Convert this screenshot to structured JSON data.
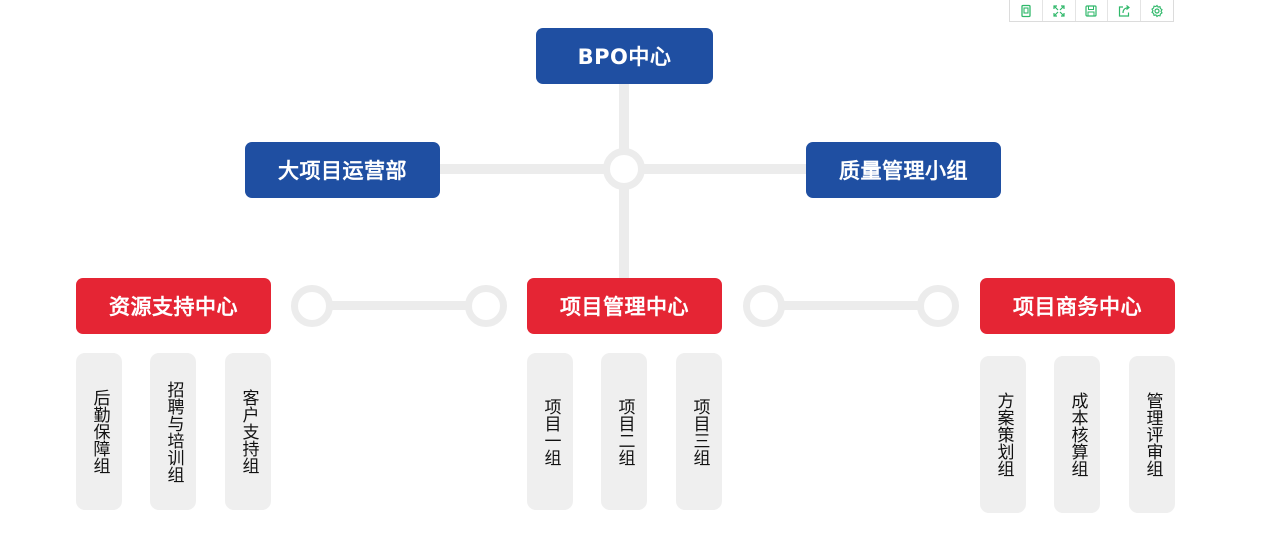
{
  "toolbar": {
    "icons": [
      "clipboard-icon",
      "fullscreen-icon",
      "save-icon",
      "share-icon",
      "settings-icon"
    ],
    "icon_color": "#2fb86a"
  },
  "colors": {
    "level1": "#1f4fa2",
    "level2": "#e52534",
    "connector": "#ececec",
    "leaf": "#efefef"
  },
  "root": {
    "label": "BPO中心"
  },
  "level1": {
    "left": {
      "label": "大项目运营部"
    },
    "right": {
      "label": "质量管理小组"
    }
  },
  "level2": [
    {
      "label": "资源支持中心",
      "children": [
        "后勤保障组",
        "招聘与培训组",
        "客户支持组"
      ]
    },
    {
      "label": "项目管理中心",
      "children": [
        "项目一组",
        "项目二组",
        "项目三组"
      ]
    },
    {
      "label": "项目商务中心",
      "children": [
        "方案策划组",
        "成本核算组",
        "管理评审组"
      ]
    }
  ]
}
